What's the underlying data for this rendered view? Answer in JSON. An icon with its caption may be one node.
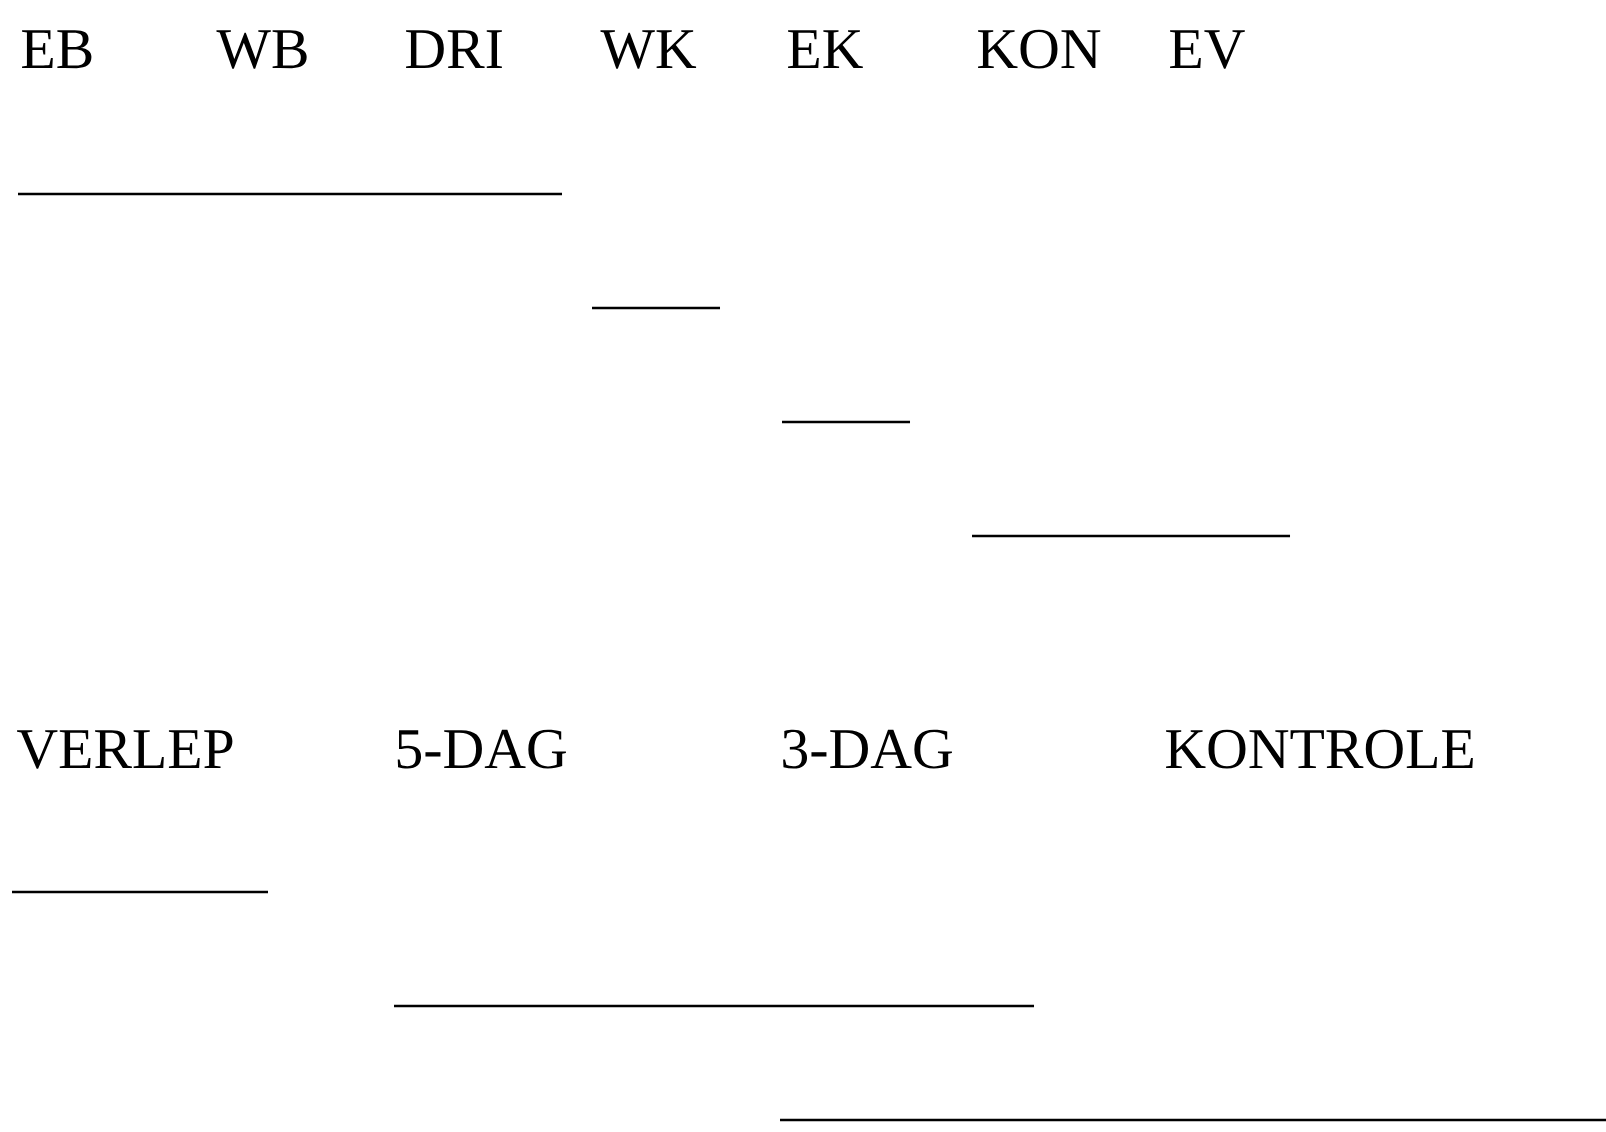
{
  "diagram": {
    "labels": [
      "EB",
      "WB",
      "DRI",
      "WK",
      "EK",
      "KON",
      "EV",
      "VERLEP",
      "5-DAG",
      "3-DAG",
      "KONTROLE"
    ]
  }
}
